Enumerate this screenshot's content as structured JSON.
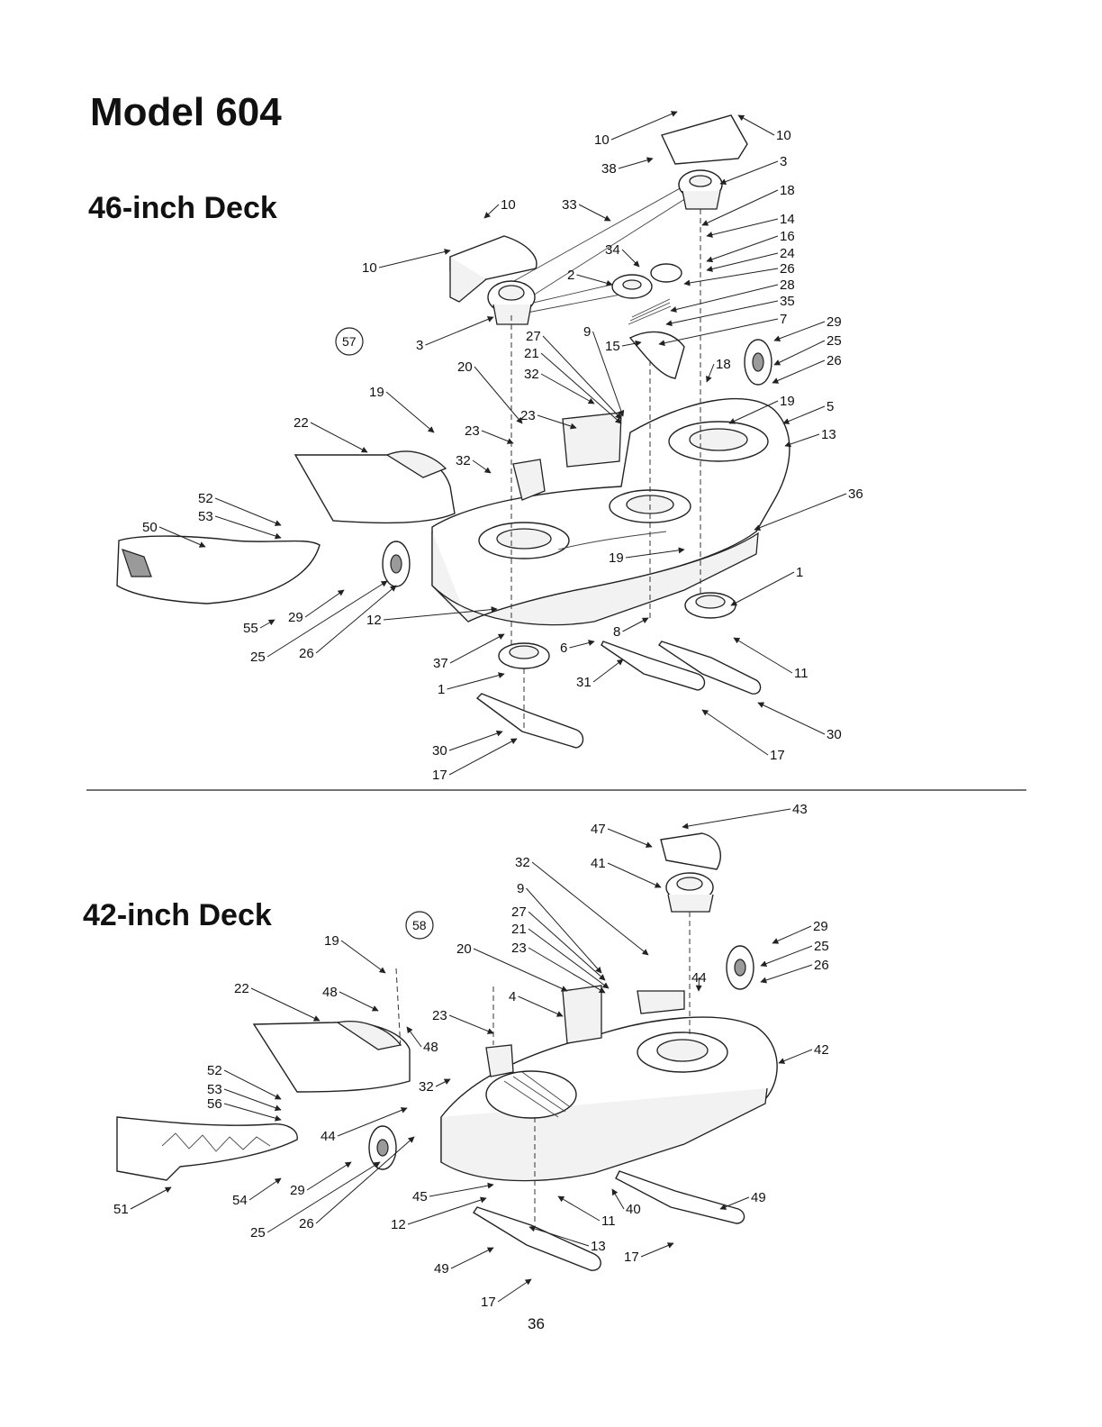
{
  "page": {
    "title": "Model 604",
    "page_number": "36"
  },
  "deck46": {
    "title": "46-inch Deck",
    "figure_ref": "57",
    "callouts": [
      "10",
      "10",
      "38",
      "3",
      "18",
      "14",
      "16",
      "24",
      "26",
      "28",
      "35",
      "7",
      "29",
      "25",
      "26",
      "10",
      "33",
      "34",
      "2",
      "3",
      "15",
      "27",
      "9",
      "21",
      "32",
      "20",
      "18",
      "19",
      "5",
      "13",
      "19",
      "22",
      "23",
      "23",
      "32",
      "36",
      "52",
      "53",
      "50",
      "19",
      "1",
      "29",
      "12",
      "55",
      "25",
      "26",
      "8",
      "37",
      "6",
      "1",
      "31",
      "11",
      "30",
      "30",
      "17",
      "17",
      "10"
    ]
  },
  "deck42": {
    "title": "42-inch Deck",
    "figure_ref": "58",
    "callouts": [
      "43",
      "47",
      "32",
      "41",
      "9",
      "27",
      "29",
      "21",
      "25",
      "23",
      "26",
      "19",
      "20",
      "44",
      "4",
      "22",
      "48",
      "48",
      "23",
      "42",
      "52",
      "53",
      "56",
      "32",
      "44",
      "54",
      "29",
      "51",
      "25",
      "26",
      "45",
      "12",
      "11",
      "40",
      "49",
      "13",
      "17",
      "49",
      "17"
    ]
  }
}
